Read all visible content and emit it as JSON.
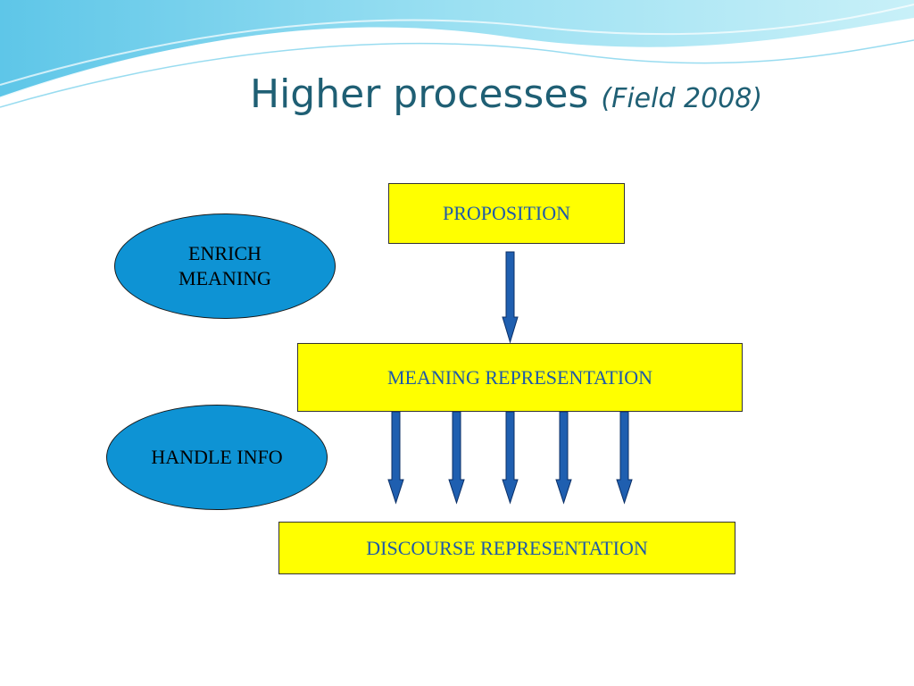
{
  "slide": {
    "title": "Higher processes",
    "citation": "(Field 2008)"
  },
  "diagram": {
    "proposition": "PROPOSITION",
    "meaning_representation": "MEANING REPRESENTATION",
    "discourse_representation": "DISCOURSE REPRESENTATION",
    "enrich_meaning_line1": "ENRICH",
    "enrich_meaning_line2": "MEANING",
    "handle_info": "HANDLE INFO"
  },
  "colors": {
    "box_fill": "#ffff00",
    "ellipse_fill": "#0e93d4",
    "arrow_fill": "#1f5fb0",
    "title_color": "#1f5f74",
    "box_text": "#1f5aa8"
  }
}
